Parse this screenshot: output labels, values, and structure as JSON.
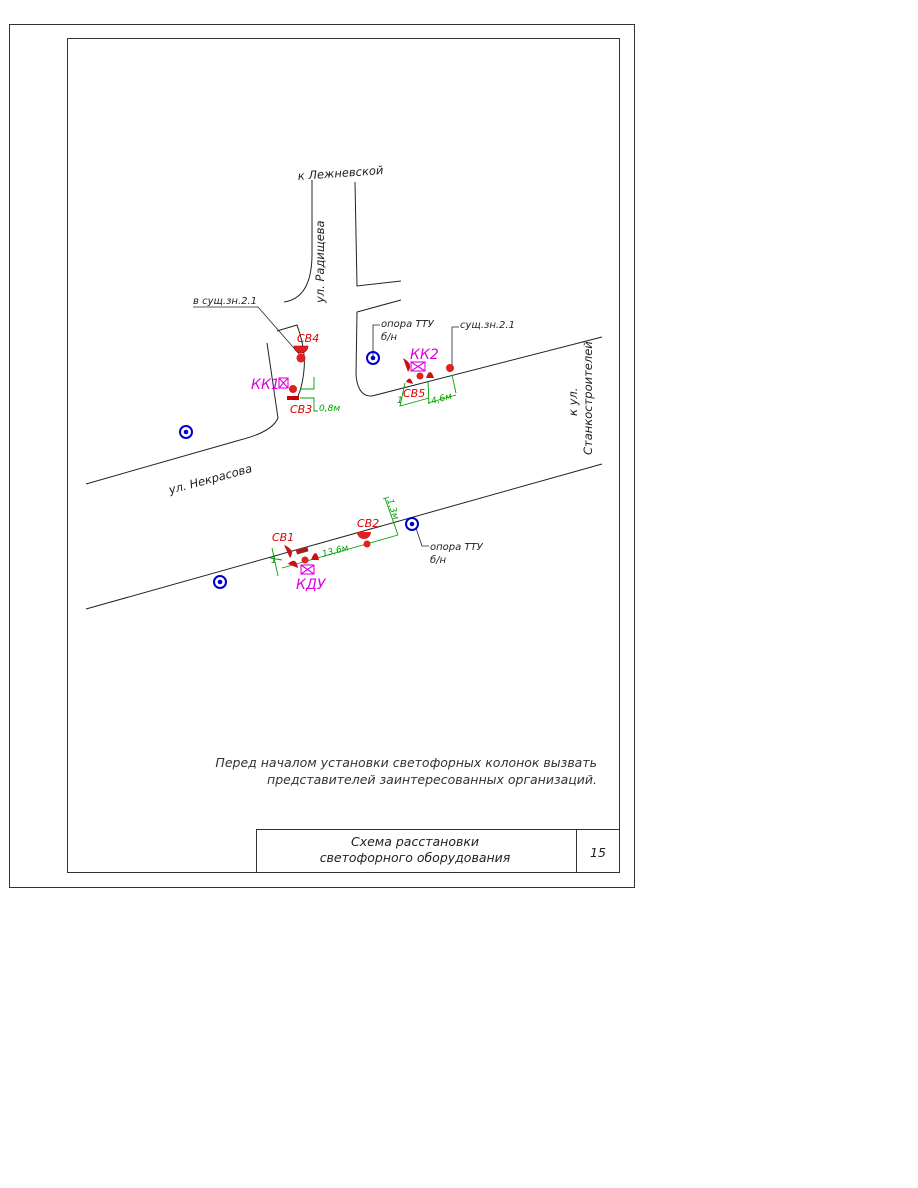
{
  "labels": {
    "to_lezhnevskaya": "к Лежневской",
    "radishcheva": "ул. Радищева",
    "nekrasova": "ул. Некрасова",
    "to_stankostroitelei_1": "к ул.",
    "to_stankostroitelei_2": "Станкостроителей",
    "exist_sign_left": "в сущ.зн.2.1",
    "exist_sign_right": "сущ.зн.2.1",
    "pole_top_1": "опора ТТУ",
    "pole_top_2": "б/н",
    "pole_bottom_1": "опора ТТУ",
    "pole_bottom_2": "б/н"
  },
  "equipment": {
    "sv1": "СВ1",
    "sv2": "СВ2",
    "sv3": "СВ3",
    "sv4": "СВ4",
    "sv5": "СВ5",
    "kk1": "КК1",
    "kk2": "КК2",
    "kdu": "КДУ"
  },
  "dimensions": {
    "d_0_8": "0,8м",
    "d_4_6": "4,6м",
    "d_13_6": "13,6м",
    "d_1_3": "1,3м",
    "d_1_top": "1",
    "d_1_bottom": "1"
  },
  "note": {
    "line1": "Перед началом установки светофорных колонок вызвать",
    "line2": "представителей заинтересованных организаций."
  },
  "title_block": {
    "title_line1": "Схема расстановки",
    "title_line2": "светофорного оборудования",
    "sheet_number": "15"
  },
  "colors": {
    "road": "#222222",
    "traffic_light": "#e00000",
    "controller": "#e000e0",
    "dimension": "#00a000",
    "pole": "#0000cc"
  }
}
